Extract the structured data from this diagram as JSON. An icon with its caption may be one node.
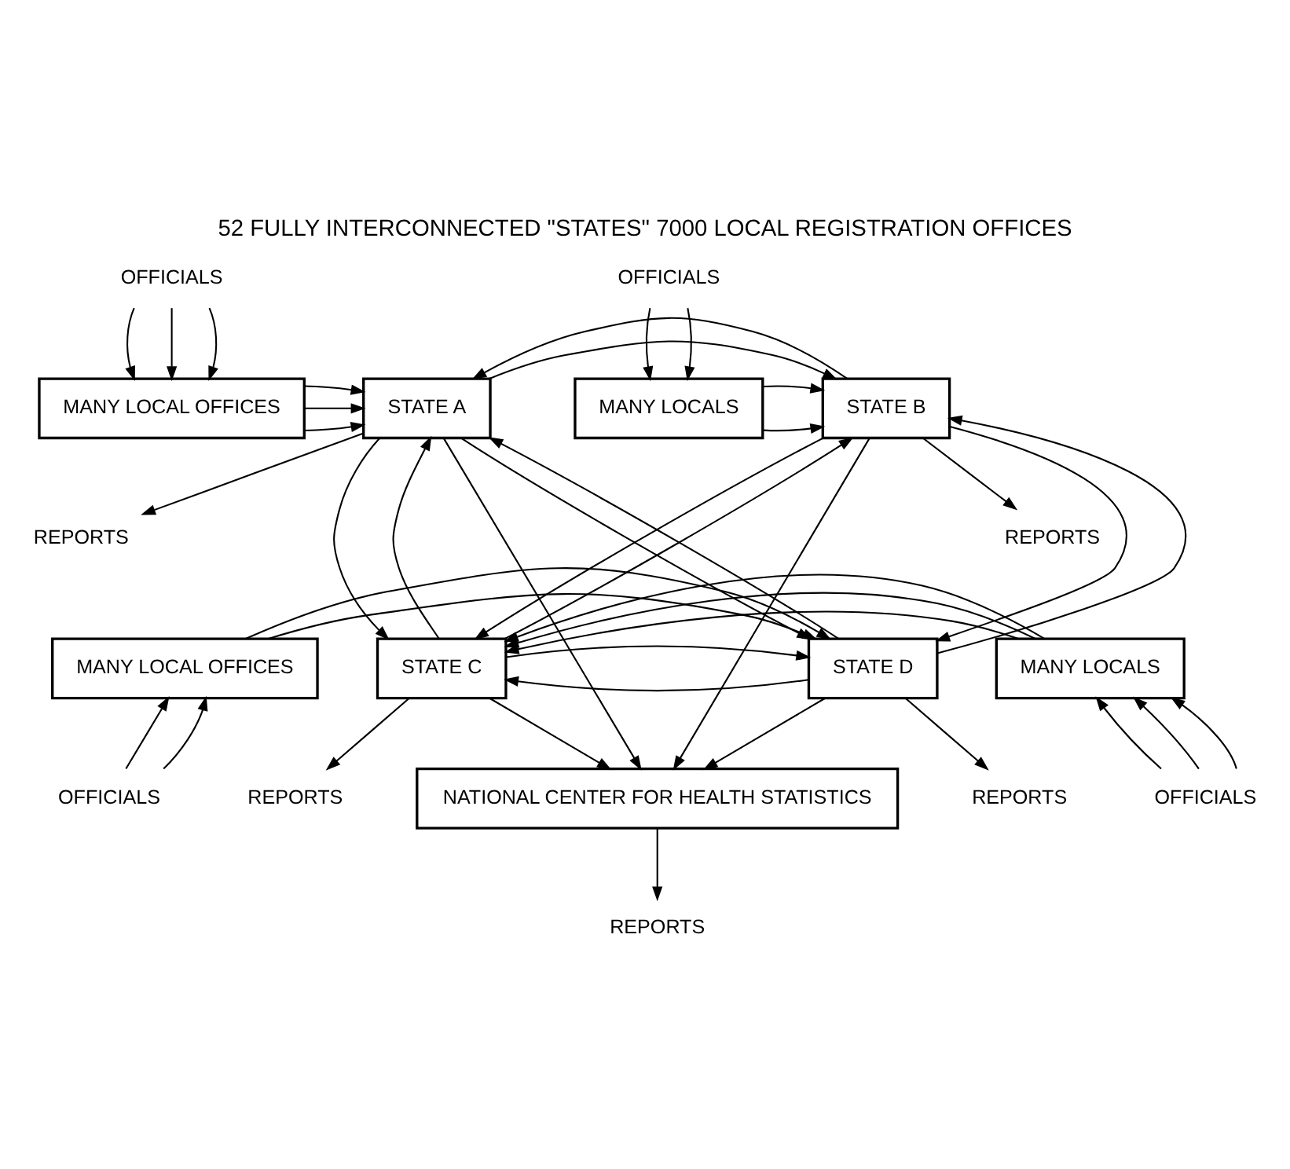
{
  "diagram": {
    "title": "52 FULLY INTERCONNECTED \"STATES\" 7000 LOCAL REGISTRATION OFFICES",
    "nodes": [
      {
        "text": [
          "OFFICIALS"
        ]
      },
      {
        "text": [
          "MANY LOCAL OFFICES"
        ]
      },
      {
        "text": [
          "STATE A"
        ]
      },
      {
        "text": [
          "STATE B"
        ]
      },
      {
        "text": [
          "MANY LOCALS"
        ]
      },
      {
        "text": [
          "OFFICIALS"
        ]
      },
      {
        "text": [
          "REPORTS"
        ]
      },
      {
        "text": [
          "REPORTS"
        ]
      },
      {
        "text": [
          "MANY LOCALS"
        ]
      },
      {
        "text": [
          "STATE C"
        ]
      },
      {
        "text": [
          "STATE D"
        ]
      },
      {
        "text": [
          "MANY LOCAL OFFICES"
        ]
      },
      {
        "text": [
          "OFFICIALS"
        ]
      },
      {
        "text": [
          "REPORTS"
        ]
      },
      {
        "text": [
          "REPORTS"
        ]
      },
      {
        "text": [
          "OFFICIALS"
        ]
      },
      {
        "text": [
          "NATIONAL CENTER FOR HEALTH STATISTICS"
        ]
      },
      {
        "text": [
          "REPORTS"
        ]
      }
    ],
    "edges": [
      {
        "from": 0,
        "to": 1,
        "arrow": "to"
      },
      {
        "from": 0,
        "to": 1,
        "arrow": "to"
      },
      {
        "from": 0,
        "to": 1,
        "arrow": "to"
      },
      {
        "from": 5,
        "to": 4,
        "arrow": "to"
      },
      {
        "from": 5,
        "to": 4,
        "arrow": "to"
      },
      {
        "from": 1,
        "to": 2,
        "arrow": "to"
      },
      {
        "from": 1,
        "to": 2,
        "arrow": "to"
      },
      {
        "from": 1,
        "to": 2,
        "arrow": "to"
      },
      {
        "from": 2,
        "to": 3,
        "arrow": "to"
      },
      {
        "from": 3,
        "to": 2,
        "arrow": "to"
      },
      {
        "from": 4,
        "to": 3,
        "arrow": "to"
      },
      {
        "from": 4,
        "to": 3,
        "arrow": "to"
      },
      {
        "from": 2,
        "to": 6,
        "arrow": "to"
      },
      {
        "from": 3,
        "to": 7,
        "arrow": "to"
      },
      {
        "from": 9,
        "to": 2,
        "arrow": "to"
      },
      {
        "from": 2,
        "to": 9,
        "arrow": "to"
      },
      {
        "from": 10,
        "to": 2,
        "arrow": "to"
      },
      {
        "from": 2,
        "to": 10,
        "arrow": "to"
      },
      {
        "from": 9,
        "to": 3,
        "arrow": "to"
      },
      {
        "from": 3,
        "to": 9,
        "arrow": "to"
      },
      {
        "from": 3,
        "to": 10,
        "arrow": "to"
      },
      {
        "from": 10,
        "to": 3,
        "arrow": "to"
      },
      {
        "from": 8,
        "to": 9,
        "arrow": "to"
      },
      {
        "from": 8,
        "to": 9,
        "arrow": "to"
      },
      {
        "from": 8,
        "to": 9,
        "arrow": "to"
      },
      {
        "from": 10,
        "to": 9,
        "arrow": "to"
      },
      {
        "from": 9,
        "to": 10,
        "arrow": "to"
      },
      {
        "from": 11,
        "to": 10,
        "arrow": "to"
      },
      {
        "from": 11,
        "to": 10,
        "arrow": "to"
      },
      {
        "from": 12,
        "to": 8,
        "arrow": "to"
      },
      {
        "from": 12,
        "to": 8,
        "arrow": "to"
      },
      {
        "from": 12,
        "to": 8,
        "arrow": "to"
      },
      {
        "from": 15,
        "to": 11,
        "arrow": "to"
      },
      {
        "from": 15,
        "to": 11,
        "arrow": "to"
      },
      {
        "from": 9,
        "to": 13,
        "arrow": "to"
      },
      {
        "from": 10,
        "to": 14,
        "arrow": "to"
      },
      {
        "from": 9,
        "to": 16,
        "arrow": "to"
      },
      {
        "from": 2,
        "to": 16,
        "arrow": "to"
      },
      {
        "from": 3,
        "to": 16,
        "arrow": "to"
      },
      {
        "from": 10,
        "to": 16,
        "arrow": "to"
      },
      {
        "from": 16,
        "to": 17,
        "arrow": "to"
      }
    ]
  }
}
